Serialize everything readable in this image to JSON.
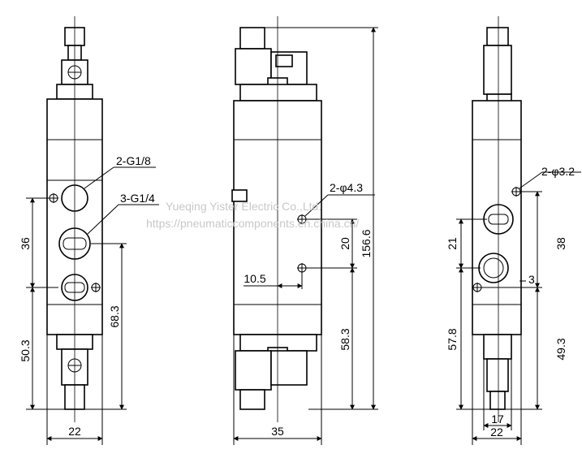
{
  "watermark": {
    "company": "Yueqing Yister Electric Co.,Ltd.",
    "url": "https://pneumaticcomponents.en.china.cn/"
  },
  "front_view": {
    "labels": {
      "port_g18": "2-G1/8",
      "port_g14": "3-G1/4"
    },
    "dims": {
      "port_spacing": "36",
      "lower_height": "50.3",
      "center_height": "68.3",
      "width": "22"
    }
  },
  "side_view": {
    "labels": {
      "mount_hole": "2-φ4.3"
    },
    "dims": {
      "hole_offset": "10.5",
      "hole_spacing": "20",
      "hole_height": "58.3",
      "total_height": "156.6",
      "width": "35"
    }
  },
  "end_view": {
    "labels": {
      "mount_hole": "2-φ3.2"
    },
    "dims": {
      "port_spacing_left": "21",
      "port_spacing_right": "38",
      "offset": "3",
      "lower_height_left": "57.8",
      "lower_height_right": "49.3",
      "inner_width": "17",
      "width": "22"
    }
  }
}
